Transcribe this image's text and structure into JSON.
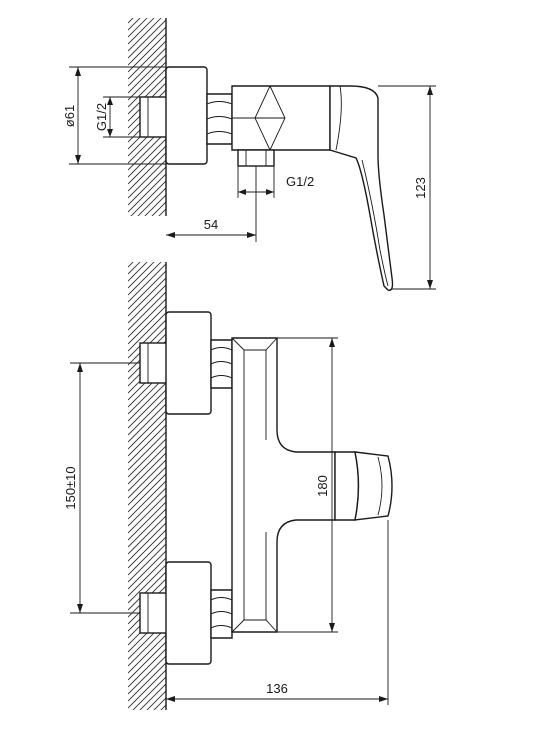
{
  "dimensions": {
    "diameter": "ø61",
    "thread_inlet": "G1/2",
    "thread_outlet": "G1/2",
    "depth": "54",
    "height_side": "123",
    "centers": "150±10",
    "height_front": "180",
    "projection": "136"
  }
}
